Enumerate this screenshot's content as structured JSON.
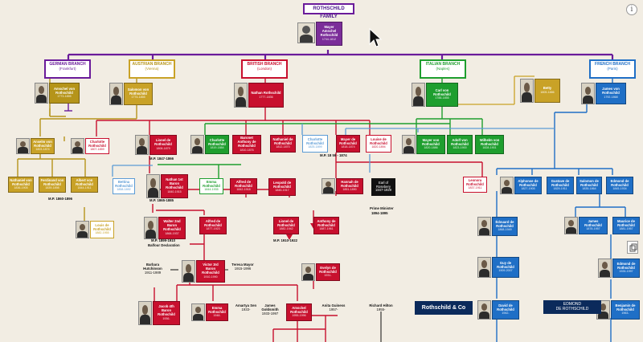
{
  "title": "ROTHSCHILD FAMILY",
  "colors": {
    "purple": "#6a1b9a",
    "german": "#b5941a",
    "austrian": "#c9a227",
    "british": "#c8102e",
    "italian": "#1e9e2e",
    "french": "#1f6fc6",
    "lightblue": "#5b9bd5",
    "background": "#f2ede3"
  },
  "founder": {
    "name": "Mayer Amschel Rothschild",
    "dates": "1744-1812"
  },
  "branches": [
    {
      "name": "GERMAN BRANCH",
      "city": "(Frankfurt)"
    },
    {
      "name": "AUSTRIAN BRANCH",
      "city": "(Vienna)"
    },
    {
      "name": "BRITISH BRANCH",
      "city": "(London)"
    },
    {
      "name": "ITALIAN BRANCH",
      "city": "(Naples)"
    },
    {
      "name": "FRENCH BRANCH",
      "city": "(Paris)"
    }
  ],
  "people": {
    "amschel": {
      "name": "Amschel von Rothschild",
      "dates": "1773-1855"
    },
    "salomon": {
      "name": "Salomon von Rothschild",
      "dates": "1774-1855"
    },
    "nathan": {
      "name": "Nathan Rothschild",
      "dates": "1777-1836"
    },
    "carl": {
      "name": "Carl von Rothschild",
      "dates": "1788-1855"
    },
    "betty": {
      "name": "Betty",
      "dates": "1805-1886"
    },
    "james": {
      "name": "James von Rothschild",
      "dates": "1792-1868"
    },
    "anselm": {
      "name": "Anselm von Rothschild",
      "dates": "1803-1874"
    },
    "charlotte1": {
      "name": "Charlotte Rothschild",
      "dates": "1807-1859"
    },
    "lionel": {
      "name": "Lionel de Rothschild",
      "dates": "1808-1879"
    },
    "charlotte2": {
      "name": "Charlotte Rothschild",
      "dates": "1819-1884"
    },
    "anthony": {
      "name": "Baronet Anthony de Rothschild",
      "dates": "1810-1876"
    },
    "nathaniel": {
      "name": "Nathaniel de Rothschild",
      "dates": "1812-1870"
    },
    "charlotte3": {
      "name": "Charlotte Rothschild",
      "dates": "1825-1899"
    },
    "mayer": {
      "name": "Mayer de Rothschild",
      "dates": "1818-1874"
    },
    "louise": {
      "name": "Louise de Rothschild",
      "dates": "1820-1894"
    },
    "mayerk": {
      "name": "Mayer von Rothschild",
      "dates": "1820-1886"
    },
    "adolf": {
      "name": "Adolf von Rothschild",
      "dates": "1823-1900"
    },
    "wilhelm": {
      "name": "Wilhelm von Rothschild",
      "dates": "1828-1901"
    },
    "nathaniel2": {
      "name": "Nathaniel von Rothschild",
      "dates": "1836-1905"
    },
    "ferdinand": {
      "name": "Ferdinand von Rothschild",
      "dates": "1839-1898"
    },
    "albert": {
      "name": "Albert von Rothschild",
      "dates": "1844-1911"
    },
    "louis": {
      "name": "Louis de Rothschild",
      "dates": "1882-1955"
    },
    "bettina": {
      "name": "Bettina Rothschild",
      "dates": "1858-1892"
    },
    "nathan1": {
      "name": "Nathan 1st Baron Rothschild",
      "dates": "1840-1915"
    },
    "emma1": {
      "name": "Emma Rothschild",
      "dates": "1844-1935"
    },
    "alfred1": {
      "name": "Alfred de Rothschild",
      "dates": "1842-1918"
    },
    "leopold": {
      "name": "Leopold de Rothschild",
      "dates": "1845-1917"
    },
    "hannah": {
      "name": "Hannah de Rothschild",
      "dates": "1851-1890"
    },
    "rosebery": {
      "name": "Earl of Rosebery",
      "dates": "1847-1929"
    },
    "leonora": {
      "name": "Leonora Rothschild",
      "dates": "1837-1911"
    },
    "alphonse": {
      "name": "Alphonse de Rothschild",
      "dates": "1827-1905"
    },
    "gustave": {
      "name": "Gustave de Rothschild",
      "dates": "1829-1911"
    },
    "salomonf": {
      "name": "Salomon de Rothschild",
      "dates": "1835-1864"
    },
    "edmond1": {
      "name": "Edmond de Rothschild",
      "dates": "1845-1934"
    },
    "walter": {
      "name": "Walter 2nd Baron Rothschild",
      "dates": "1868-1937"
    },
    "alfred2": {
      "name": "Alfred de Rothschild",
      "dates": "1877-1923"
    },
    "lionel2": {
      "name": "Lionel de Rothschild",
      "dates": "1882-1942"
    },
    "anthony2": {
      "name": "Anthony de Rothschild",
      "dates": "1887-1961"
    },
    "edouard": {
      "name": "Édouard de Rothschild",
      "dates": "1868-1949"
    },
    "jamesf": {
      "name": "James Rothschild",
      "dates": "1878-1957"
    },
    "maurice": {
      "name": "Maurice de Rothschild",
      "dates": "1881-1957"
    },
    "victor": {
      "name": "Victor 3rd Baron Rothschild",
      "dates": "1910-1990"
    },
    "evelyn": {
      "name": "Evelyn de Rothschild",
      "dates": "1931-"
    },
    "guy": {
      "name": "Guy de Rothschild",
      "dates": "1909-2007"
    },
    "edmond2": {
      "name": "Edmond de Rothschild",
      "dates": "1926-1997"
    },
    "jacob": {
      "name": "Jacob 4th Baron Rothschild",
      "dates": "1936-"
    },
    "emma2": {
      "name": "Emma Rothschild",
      "dates": "1948-"
    },
    "amschel2": {
      "name": "Amschel Rothschild",
      "dates": "1955-1996"
    },
    "david": {
      "name": "David de Rothschild",
      "dates": "1942-"
    },
    "benjamin": {
      "name": "Benjamin de Rothschild",
      "dates": "1963-"
    }
  },
  "spouses": {
    "barbara": {
      "name": "Barbara Hutchinson",
      "dates": "1911-1989"
    },
    "teresa": {
      "name": "Teresa Mayor",
      "dates": "1915-1996"
    },
    "amartya": {
      "name": "Amartya Sen",
      "dates": "1933-"
    },
    "goldsmith": {
      "name": "James Goldsmith",
      "dates": "1933-1997"
    },
    "anita": {
      "name": "Anita Guiness",
      "dates": "1957-"
    },
    "hilton": {
      "name": "Richard Hilton",
      "dates": "1955-"
    }
  },
  "notes": {
    "mp1": "M.P. 1847-1866",
    "mp2": "M.P. 18  59 - 1874",
    "mp3": "M.P. 1865-1885",
    "mp4": "M.P. 1860-1896",
    "mp5": "M.P. 1899-1910",
    "balfour": "Balfour Declaration",
    "mp6": "M.P. 1910-1922",
    "pm": "Prime Minister",
    "pmyears": "1894-1895"
  },
  "logos": {
    "rc": "Rothschild & Co",
    "edmond_line1": "EDMOND",
    "edmond_line2": "DE ROTHSCHILD"
  },
  "icons": [
    "info-icon",
    "cursor-icon",
    "share-icon"
  ]
}
